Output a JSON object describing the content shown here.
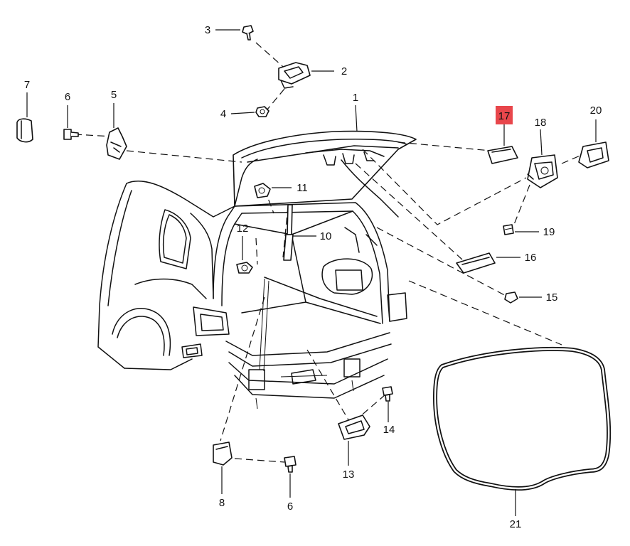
{
  "diagram": {
    "callouts": [
      {
        "id": "c1",
        "text": "1"
      },
      {
        "id": "c2",
        "text": "2"
      },
      {
        "id": "c3",
        "text": "3"
      },
      {
        "id": "c4",
        "text": "4"
      },
      {
        "id": "c5",
        "text": "5"
      },
      {
        "id": "c6a",
        "text": "6"
      },
      {
        "id": "c6b",
        "text": "6"
      },
      {
        "id": "c7",
        "text": "7"
      },
      {
        "id": "c8",
        "text": "8"
      },
      {
        "id": "c10",
        "text": "10"
      },
      {
        "id": "c11",
        "text": "11"
      },
      {
        "id": "c12",
        "text": "12"
      },
      {
        "id": "c13",
        "text": "13"
      },
      {
        "id": "c14",
        "text": "14"
      },
      {
        "id": "c15",
        "text": "15"
      },
      {
        "id": "c16",
        "text": "16"
      },
      {
        "id": "c17",
        "text": "17"
      },
      {
        "id": "c18",
        "text": "18"
      },
      {
        "id": "c19",
        "text": "19"
      },
      {
        "id": "c20",
        "text": "20"
      },
      {
        "id": "c21",
        "text": "21"
      }
    ],
    "highlight": {
      "callout": "17",
      "color": "#e8464b"
    }
  }
}
